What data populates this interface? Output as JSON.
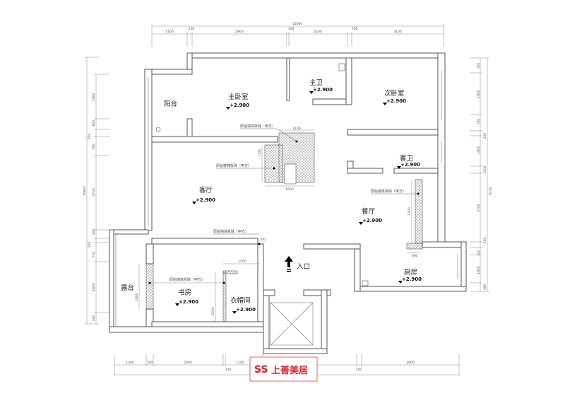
{
  "plan": {
    "rooms": {
      "balcony": "阳台",
      "master_bedroom": "主卧室",
      "master_bath": "主卫",
      "second_bedroom": "次卧室",
      "guest_bath": "客卫",
      "living_room": "客厅",
      "dining_room": "餐厅",
      "terrace": "露台",
      "study": "书房",
      "cloakroom": "衣帽间",
      "kitchen": "厨房",
      "entrance": "入口"
    },
    "elevation": "+2.900",
    "notes": {
      "wall_demolition": "原始墙体拆除（甲方）",
      "stair_demolition": "原始楼梯拆除（甲方）"
    },
    "local_dims": {
      "stair_top": "1100",
      "stair_bottom": "1600",
      "stair_side": "1150",
      "dining_hatch": "2300",
      "kitchen_hatch": "600",
      "terrace_hatch": "1800",
      "cloak_width": "1500",
      "cloak_height": "2000",
      "entry_small": "60"
    },
    "top_dims": {
      "total": "11000",
      "segments": [
        "1100",
        "200",
        "2900",
        "100",
        "2100",
        "200",
        "3100"
      ]
    },
    "bottom_dims": {
      "segments": [
        "1300",
        "200",
        "2900",
        "1100",
        "100",
        "200",
        "3900"
      ]
    },
    "left_dims": {
      "total": "10600",
      "segments": [
        "1800",
        "810",
        "200",
        "700",
        "2700",
        "500",
        "200",
        "700",
        "1800",
        "300"
      ]
    },
    "right_dims": {
      "total": "9150",
      "segments": [
        "700",
        "1800",
        "700",
        "200",
        "1800",
        "1200",
        "2700",
        "100",
        "120",
        "1800",
        "300"
      ]
    }
  },
  "logo": {
    "text": "上善美居",
    "mark": "SS",
    "color": "#e0202a"
  }
}
